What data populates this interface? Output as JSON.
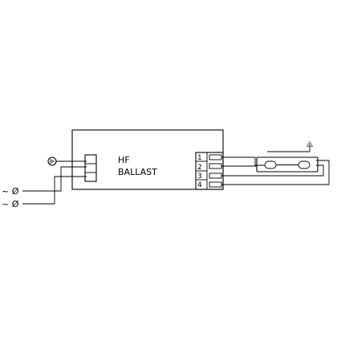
{
  "ballast": {
    "line1": "HF",
    "line2": "BALLAST"
  },
  "terminals": [
    "1",
    "2",
    "3",
    "4"
  ],
  "mains": {
    "symbol_top": "~ Ø",
    "symbol_bottom": "~ Ø"
  }
}
